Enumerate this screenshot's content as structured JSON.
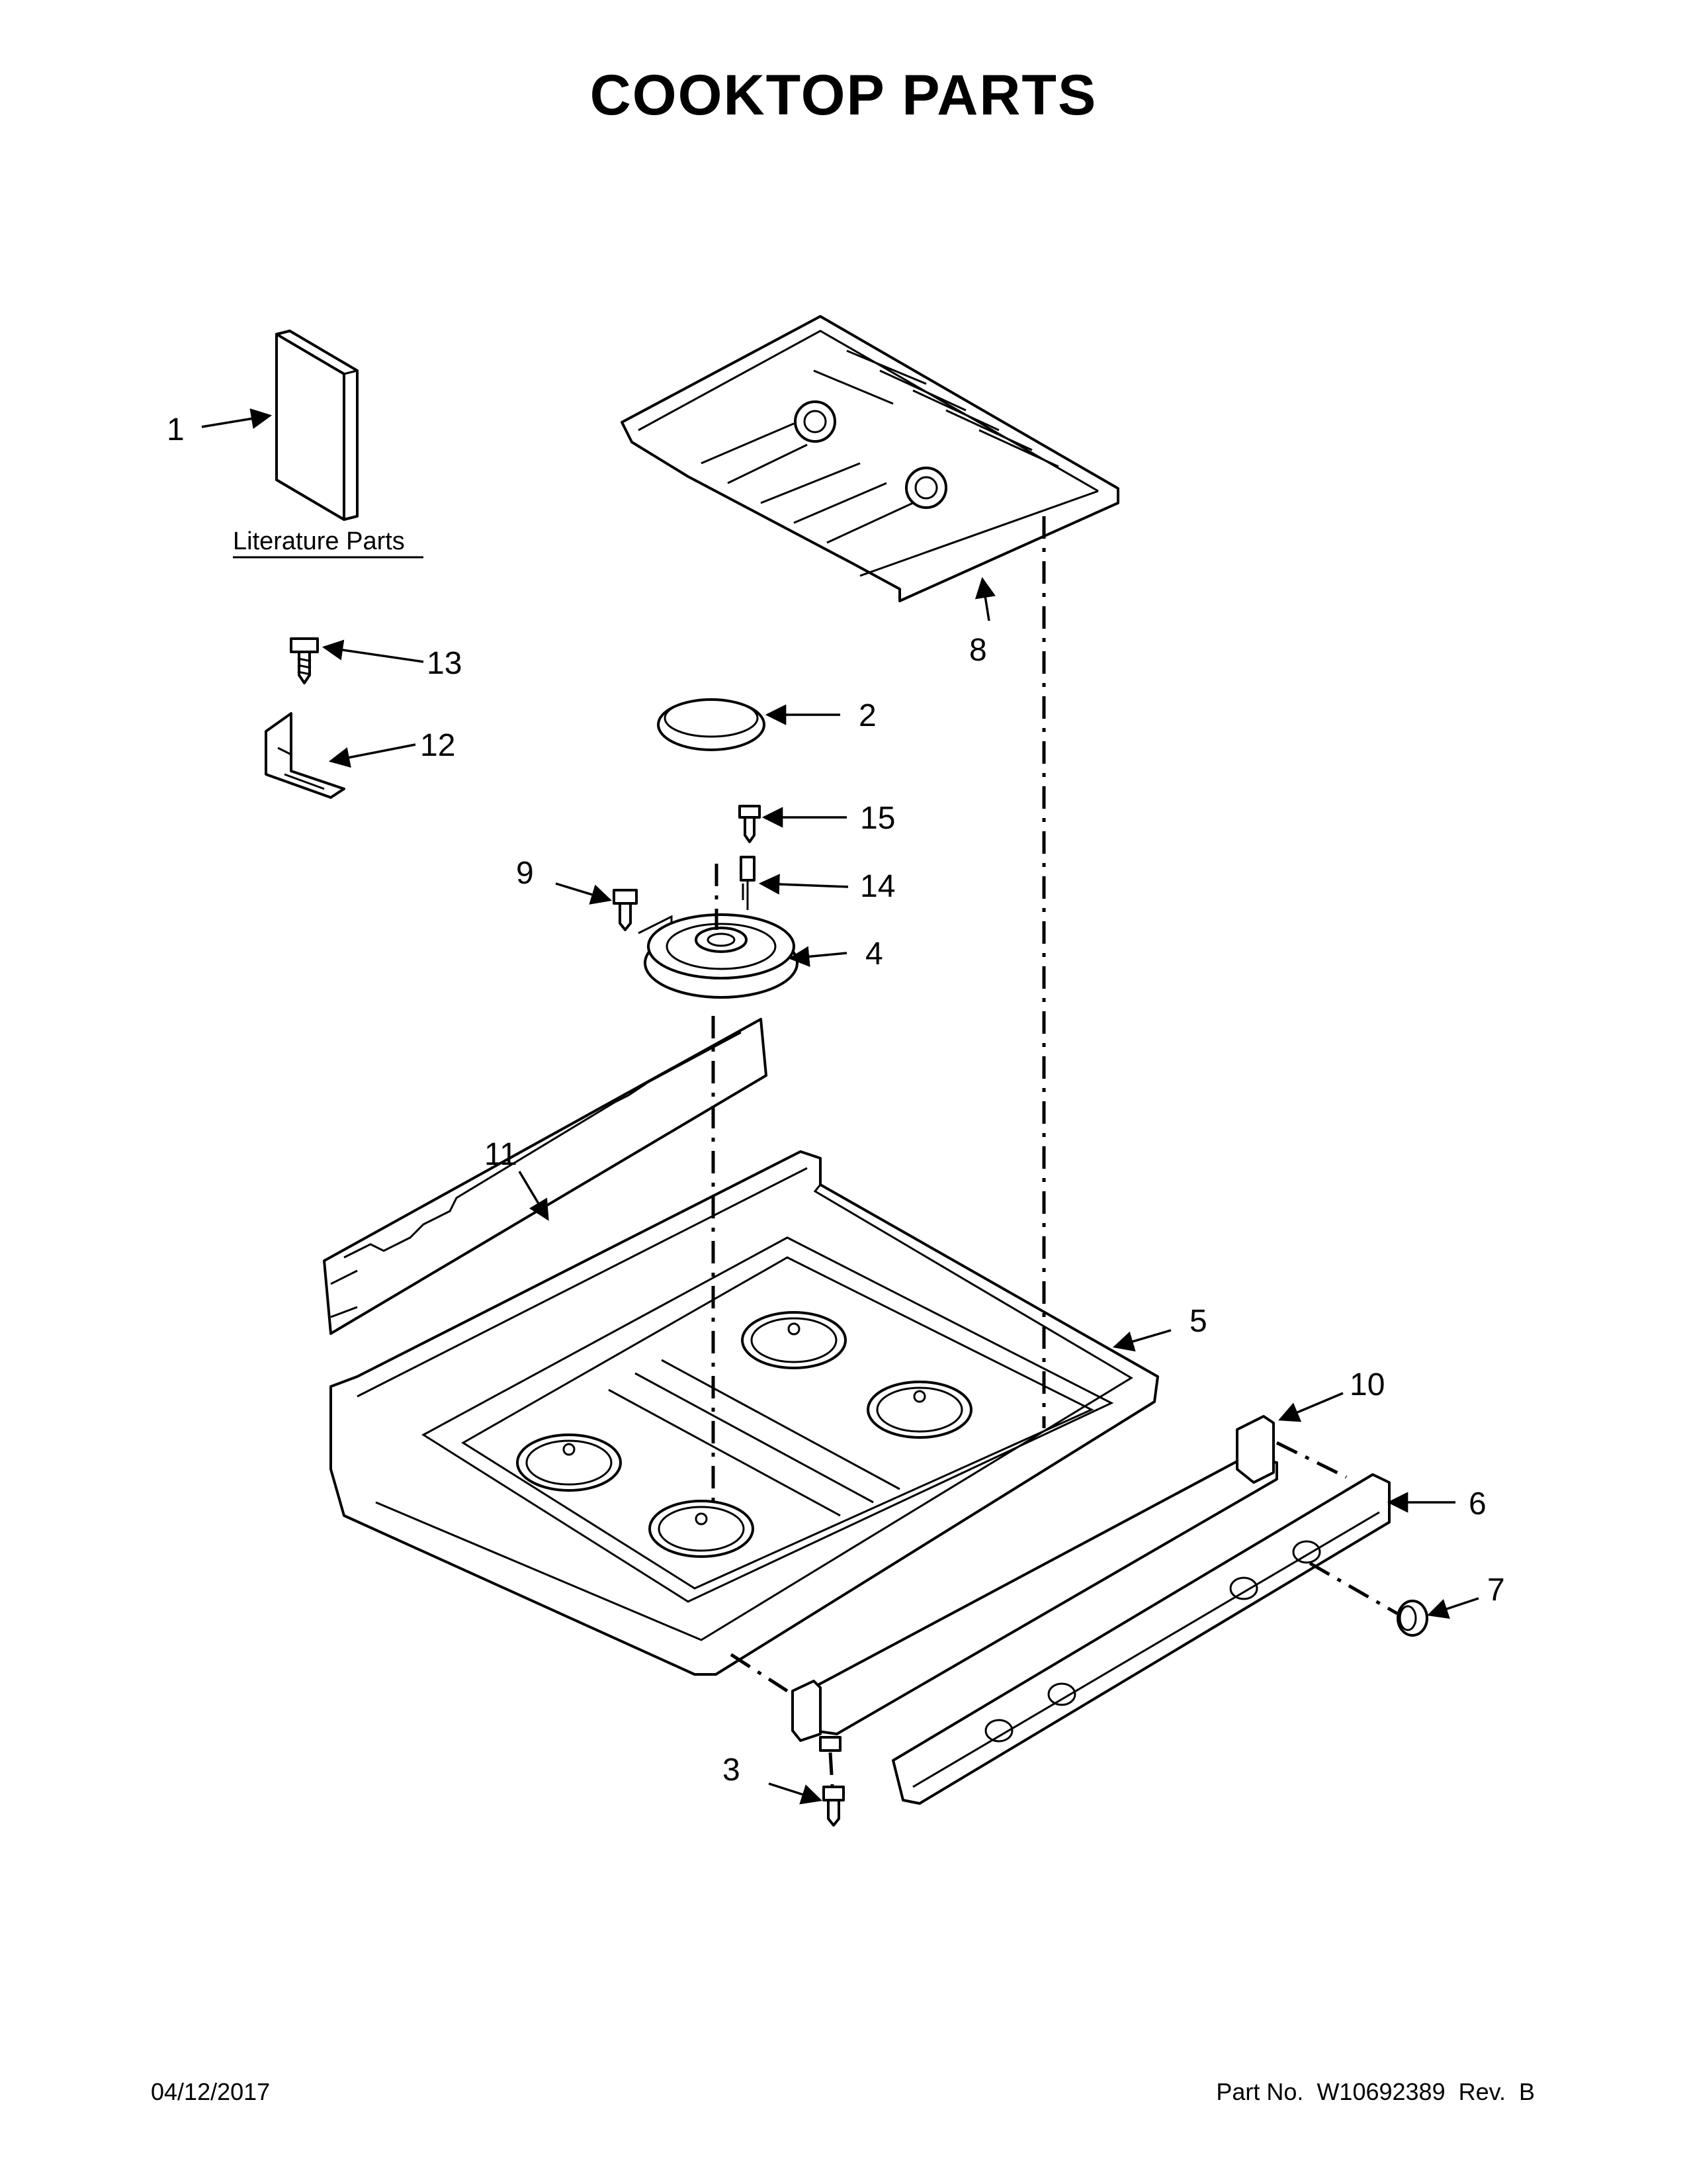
{
  "title": "COOKTOP PARTS",
  "literature_label": "Literature Parts",
  "callouts": [
    "1",
    "2",
    "3",
    "4",
    "5",
    "6",
    "7",
    "8",
    "9",
    "10",
    "11",
    "12",
    "13",
    "14",
    "15"
  ],
  "footer": {
    "date": "04/12/2017",
    "part_label": "Part No.",
    "part_number": "W10692389",
    "rev_label": "Rev.",
    "rev": "B"
  }
}
